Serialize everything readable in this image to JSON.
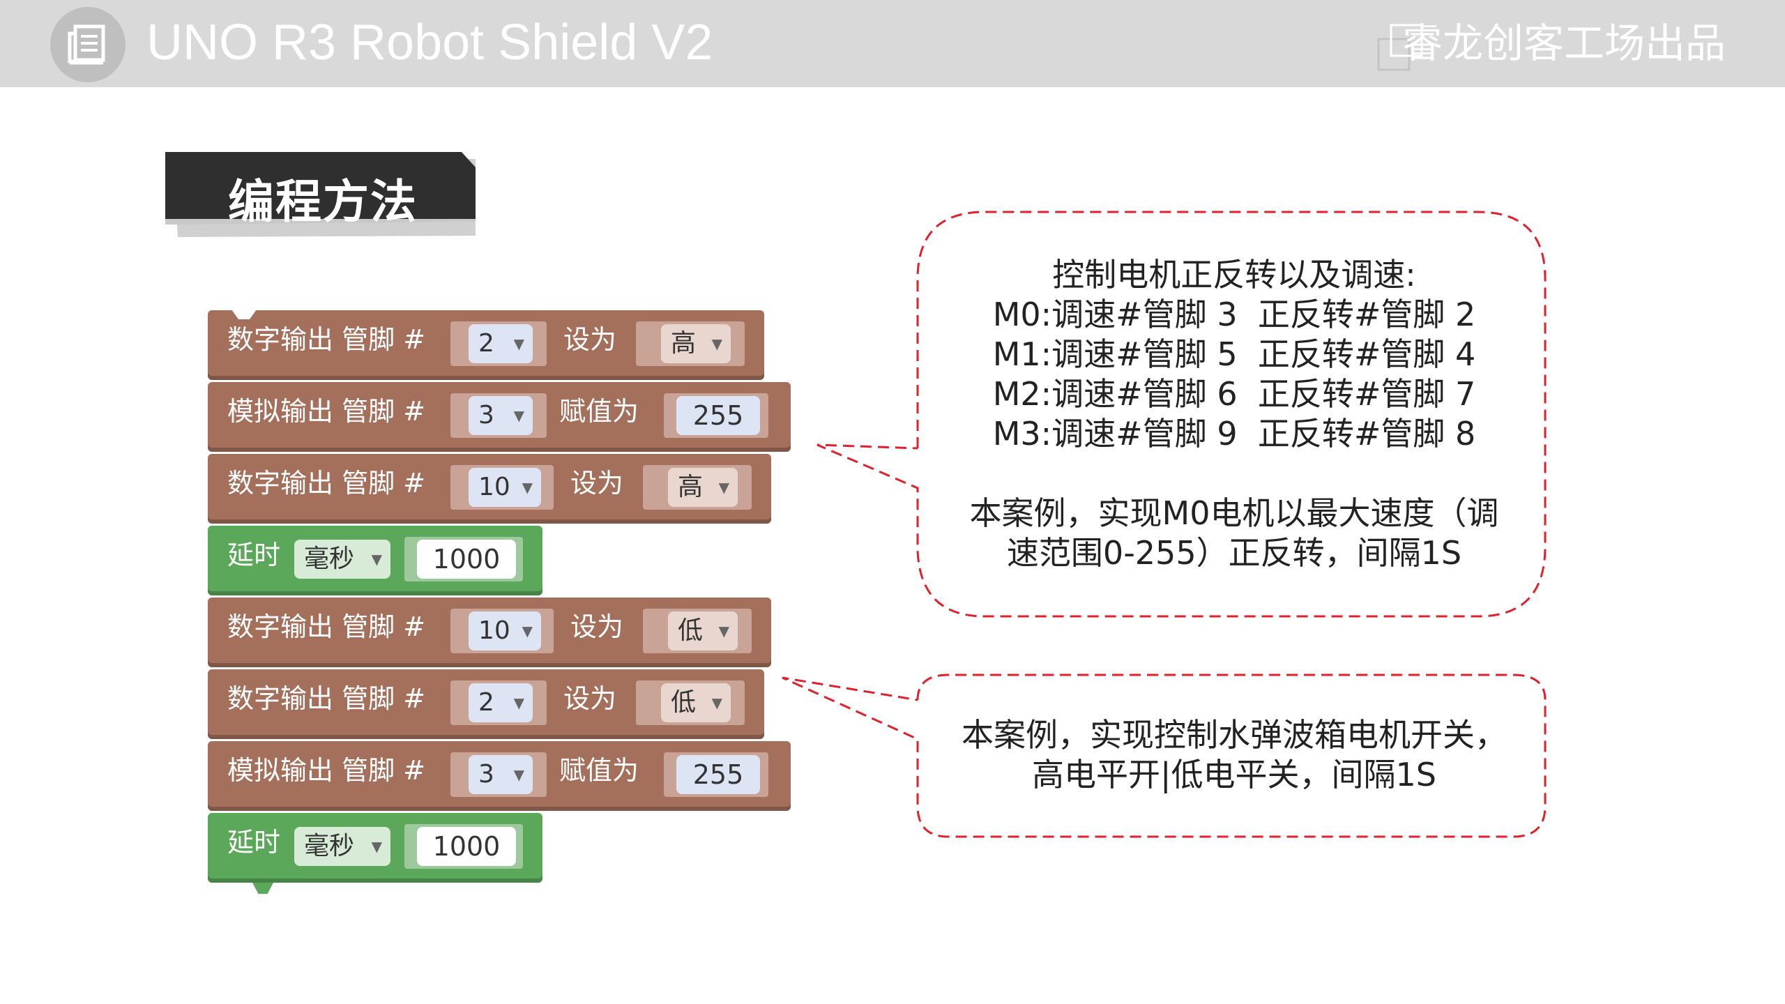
{
  "header": {
    "title": "UNO R3 Robot Shield V2",
    "brand": "睿龙创客工场出品",
    "logo_icon": "document-stack-icon",
    "brand_icon": "overlapping-squares-icon",
    "background_color": "#d9d9d9"
  },
  "section": {
    "label": "编程方法"
  },
  "blocks": [
    {
      "kind": "digital",
      "label": "数字输出 管脚 #",
      "pin": "2",
      "action": "设为",
      "value": "高"
    },
    {
      "kind": "analog",
      "label": "模拟输出 管脚 #",
      "pin": "3",
      "action": "赋值为",
      "value": "255"
    },
    {
      "kind": "digital",
      "label": "数字输出 管脚 #",
      "pin": "10",
      "action": "设为",
      "value": "高"
    },
    {
      "kind": "delay",
      "label": "延时",
      "unit": "毫秒",
      "value": "1000"
    },
    {
      "kind": "digital",
      "label": "数字输出 管脚 #",
      "pin": "10",
      "action": "设为",
      "value": "低"
    },
    {
      "kind": "digital",
      "label": "数字输出 管脚 #",
      "pin": "2",
      "action": "设为",
      "value": "低"
    },
    {
      "kind": "analog",
      "label": "模拟输出 管脚 #",
      "pin": "3",
      "action": "赋值为",
      "value": "255"
    },
    {
      "kind": "delay",
      "label": "延时",
      "unit": "毫秒",
      "value": "1000"
    }
  ],
  "callout1": {
    "lines": [
      "控制电机正反转以及调速:",
      "M0:调速#管脚 3  正反转#管脚 2",
      "M1:调速#管脚 5  正反转#管脚 4",
      "M2:调速#管脚 6  正反转#管脚 7",
      "M3:调速#管脚 9  正反转#管脚 8",
      "",
      "本案例，实现M0电机以最大速度（调",
      "速范围0-255）正反转，间隔1S"
    ]
  },
  "callout2": {
    "lines": [
      "本案例，实现控制水弹波箱电机开关，",
      "高电平开|低电平关，间隔1S"
    ]
  },
  "colors": {
    "block_brown": "#a4705c",
    "block_green": "#5ba85b",
    "callout_border": "#e0202a",
    "tab_dark": "#2f2f2f"
  }
}
